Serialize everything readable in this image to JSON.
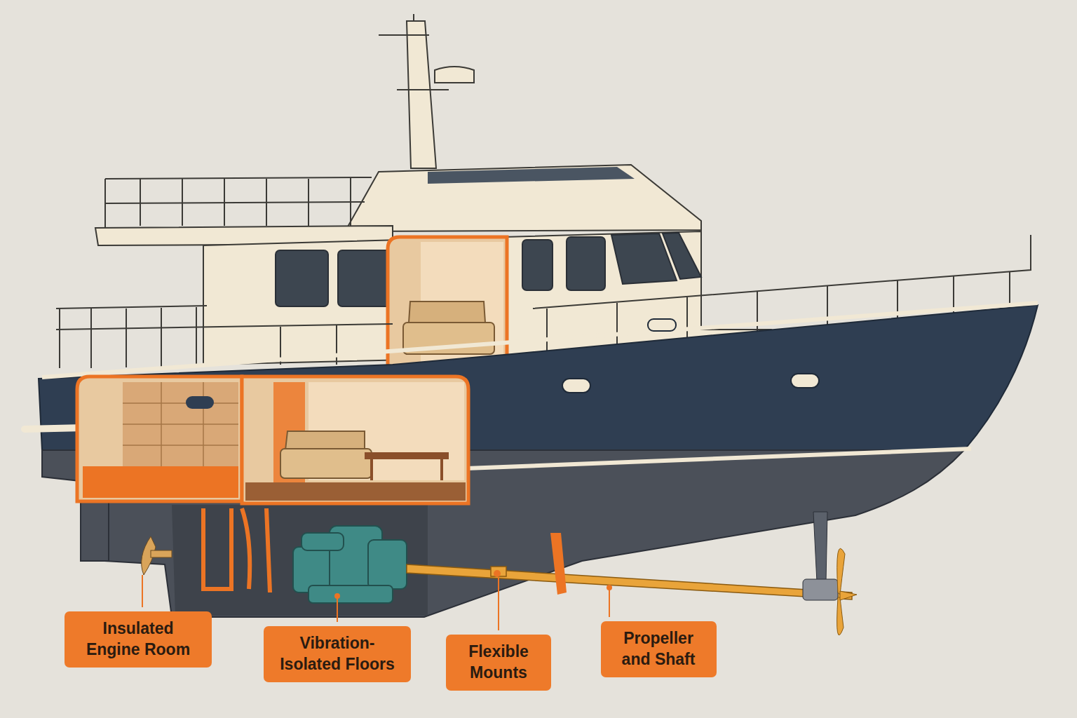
{
  "diagram": {
    "nodes": [
      {
        "text": [
          "Insulated Engine Room"
        ]
      },
      {
        "text": [
          "Vibration-Isolated Floors"
        ]
      },
      {
        "text": [
          "Flexible Mounts"
        ]
      },
      {
        "text": [
          "Propeller and Shaft"
        ]
      }
    ]
  }
}
